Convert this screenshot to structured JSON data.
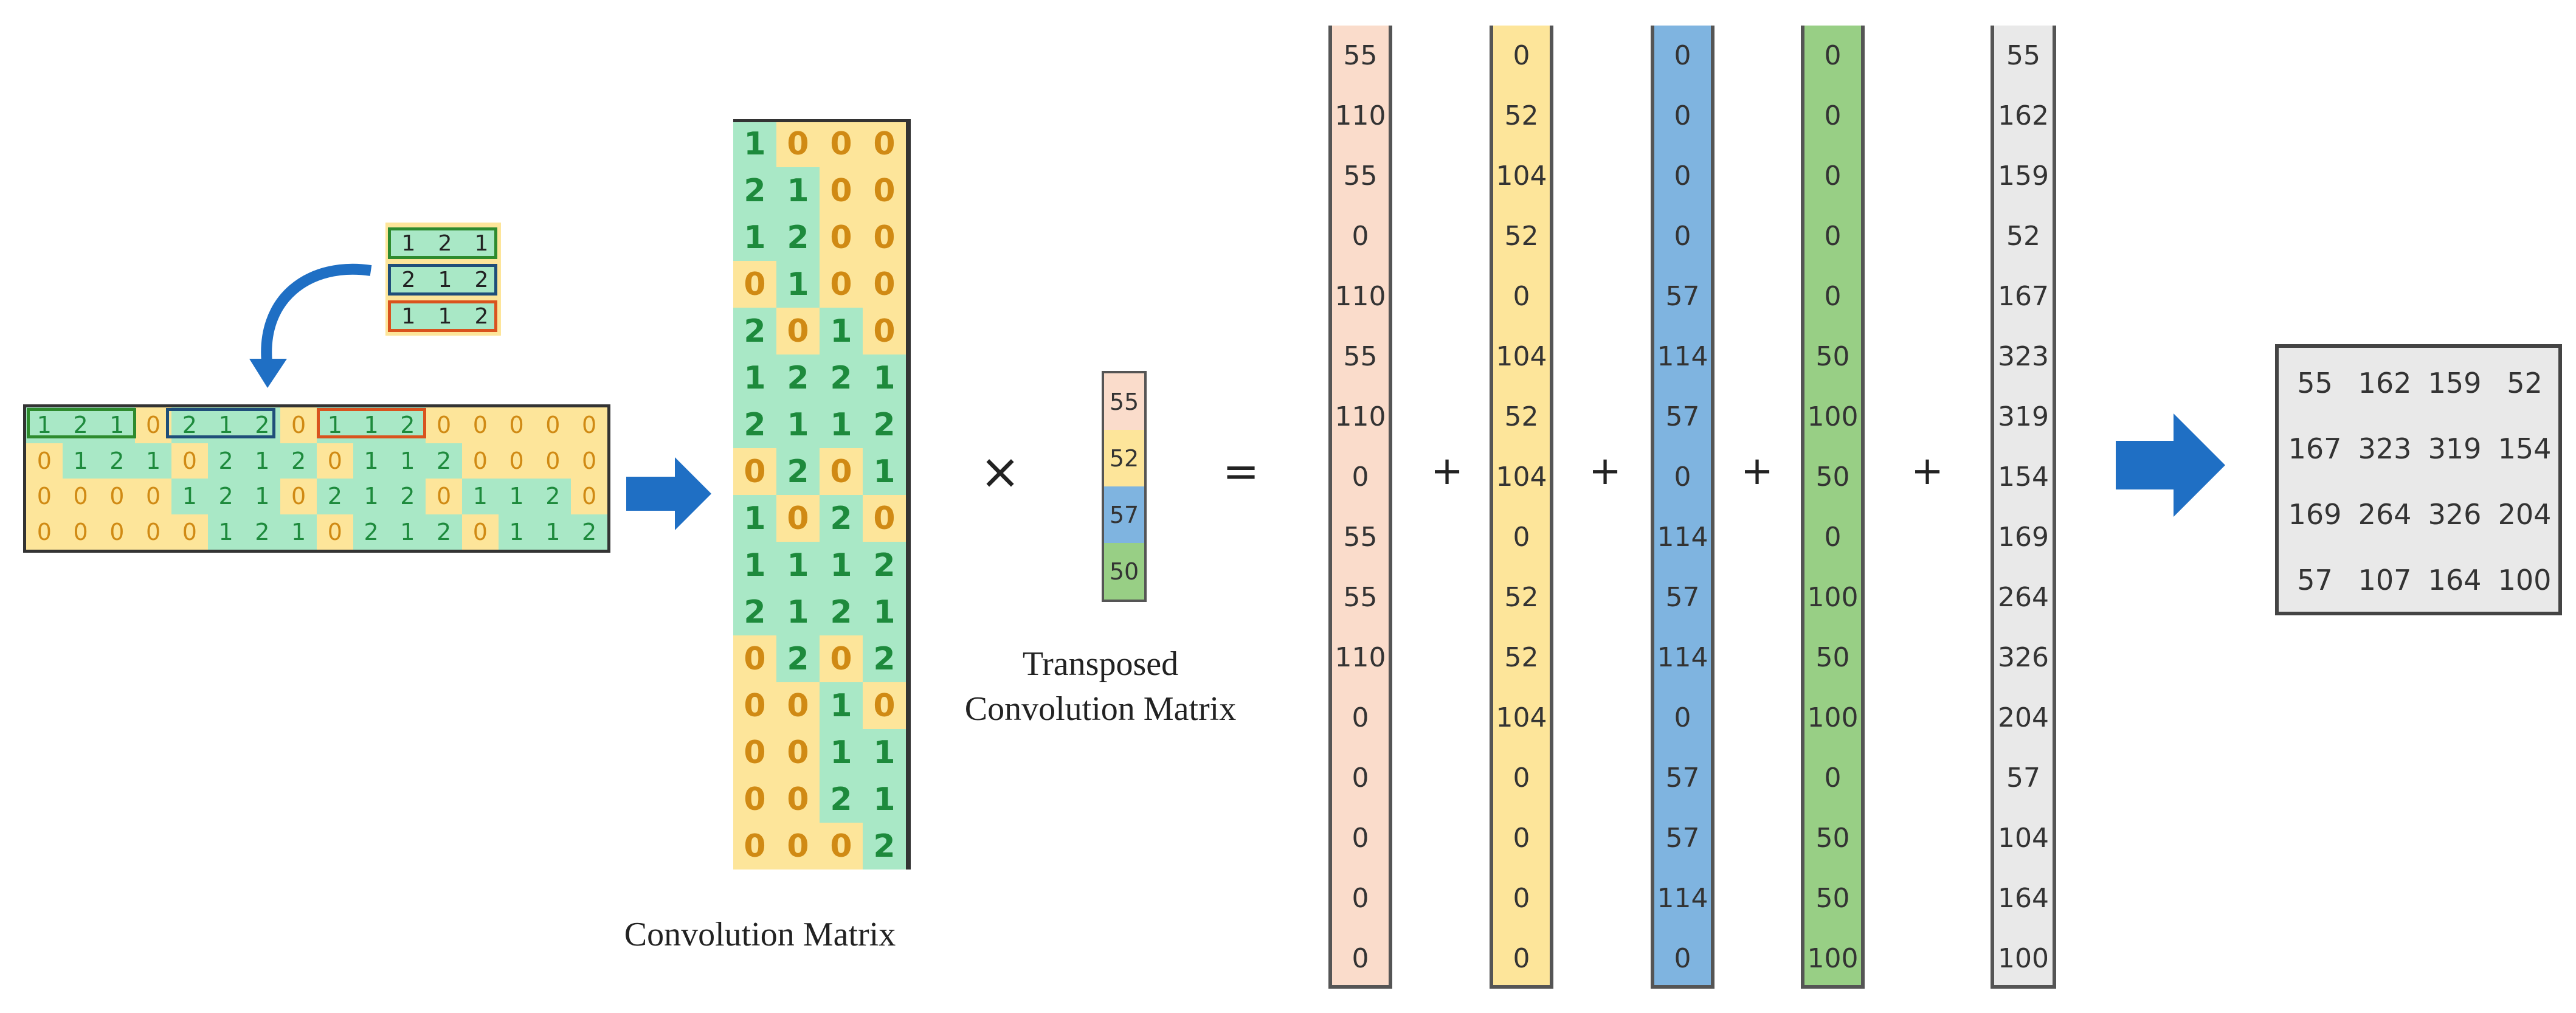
{
  "colors": {
    "yellow": "#fde59a",
    "green": "#a9e8c6",
    "green_text": "#1d8a3c",
    "orange_text": "#d08a14",
    "peach": "#fadccb",
    "blue": "#7fb4e0",
    "medgreen": "#98cf85",
    "gray": "#e9e9e9",
    "arrow": "#1f6fc4"
  },
  "kernel": [
    [
      "1",
      "2",
      "1"
    ],
    [
      "2",
      "1",
      "2"
    ],
    [
      "1",
      "1",
      "2"
    ]
  ],
  "input_matrix": [
    [
      "1",
      "2",
      "1",
      "0",
      "2",
      "1",
      "2",
      "0",
      "1",
      "1",
      "2",
      "0",
      "0",
      "0",
      "0",
      "0"
    ],
    [
      "0",
      "1",
      "2",
      "1",
      "0",
      "2",
      "1",
      "2",
      "0",
      "1",
      "1",
      "2",
      "0",
      "0",
      "0",
      "0"
    ],
    [
      "0",
      "0",
      "0",
      "0",
      "1",
      "2",
      "1",
      "0",
      "2",
      "1",
      "2",
      "0",
      "1",
      "1",
      "2",
      "0"
    ],
    [
      "0",
      "0",
      "0",
      "0",
      "0",
      "1",
      "2",
      "1",
      "0",
      "2",
      "1",
      "2",
      "0",
      "1",
      "1",
      "2"
    ]
  ],
  "input_green": [
    [
      1,
      1,
      1,
      0,
      1,
      1,
      1,
      0,
      1,
      1,
      1,
      0,
      0,
      0,
      0,
      0
    ],
    [
      0,
      1,
      1,
      1,
      0,
      1,
      1,
      1,
      0,
      1,
      1,
      1,
      0,
      0,
      0,
      0
    ],
    [
      0,
      0,
      0,
      0,
      1,
      1,
      1,
      0,
      1,
      1,
      1,
      0,
      1,
      1,
      1,
      0
    ],
    [
      0,
      0,
      0,
      0,
      0,
      1,
      1,
      1,
      0,
      1,
      1,
      1,
      0,
      1,
      1,
      1
    ]
  ],
  "conv_matrix": [
    [
      "1",
      "0",
      "0",
      "0"
    ],
    [
      "2",
      "1",
      "0",
      "0"
    ],
    [
      "1",
      "2",
      "0",
      "0"
    ],
    [
      "0",
      "1",
      "0",
      "0"
    ],
    [
      "2",
      "0",
      "1",
      "0"
    ],
    [
      "1",
      "2",
      "2",
      "1"
    ],
    [
      "2",
      "1",
      "1",
      "2"
    ],
    [
      "0",
      "2",
      "0",
      "1"
    ],
    [
      "1",
      "0",
      "2",
      "0"
    ],
    [
      "1",
      "1",
      "1",
      "2"
    ],
    [
      "2",
      "1",
      "2",
      "1"
    ],
    [
      "0",
      "2",
      "0",
      "2"
    ],
    [
      "0",
      "0",
      "1",
      "0"
    ],
    [
      "0",
      "0",
      "1",
      "1"
    ],
    [
      "0",
      "0",
      "2",
      "1"
    ],
    [
      "0",
      "0",
      "0",
      "2"
    ]
  ],
  "conv_green": [
    [
      1,
      0,
      0,
      0
    ],
    [
      1,
      1,
      0,
      0
    ],
    [
      1,
      1,
      0,
      0
    ],
    [
      0,
      1,
      0,
      0
    ],
    [
      1,
      0,
      1,
      0
    ],
    [
      1,
      1,
      1,
      1
    ],
    [
      1,
      1,
      1,
      1
    ],
    [
      0,
      1,
      0,
      1
    ],
    [
      1,
      0,
      1,
      0
    ],
    [
      1,
      1,
      1,
      1
    ],
    [
      1,
      1,
      1,
      1
    ],
    [
      0,
      1,
      0,
      1
    ],
    [
      0,
      0,
      1,
      0
    ],
    [
      0,
      0,
      1,
      1
    ],
    [
      0,
      0,
      1,
      1
    ],
    [
      0,
      0,
      0,
      1
    ]
  ],
  "vector": [
    "55",
    "52",
    "57",
    "50"
  ],
  "operators": {
    "times": "×",
    "equals": "=",
    "plus": "+"
  },
  "columns": [
    [
      "55",
      "110",
      "55",
      "0",
      "110",
      "55",
      "110",
      "0",
      "55",
      "55",
      "110",
      "0",
      "0",
      "0",
      "0",
      "0"
    ],
    [
      "0",
      "52",
      "104",
      "52",
      "0",
      "104",
      "52",
      "104",
      "0",
      "52",
      "52",
      "104",
      "0",
      "0",
      "0",
      "0"
    ],
    [
      "0",
      "0",
      "0",
      "0",
      "57",
      "114",
      "57",
      "0",
      "114",
      "57",
      "114",
      "0",
      "57",
      "57",
      "114",
      "0"
    ],
    [
      "0",
      "0",
      "0",
      "0",
      "0",
      "50",
      "100",
      "50",
      "0",
      "100",
      "50",
      "100",
      "0",
      "50",
      "50",
      "100"
    ],
    [
      "55",
      "162",
      "159",
      "52",
      "167",
      "323",
      "319",
      "154",
      "169",
      "264",
      "326",
      "204",
      "57",
      "104",
      "164",
      "100"
    ]
  ],
  "output_grid": [
    [
      "55",
      "162",
      "159",
      "52"
    ],
    [
      "167",
      "323",
      "319",
      "154"
    ],
    [
      "169",
      "264",
      "326",
      "204"
    ],
    [
      "57",
      "107",
      "164",
      "100"
    ]
  ],
  "captions": {
    "conv": "Convolution Matrix",
    "transposed_line1": "Transposed",
    "transposed_line2": "Convolution Matrix"
  }
}
